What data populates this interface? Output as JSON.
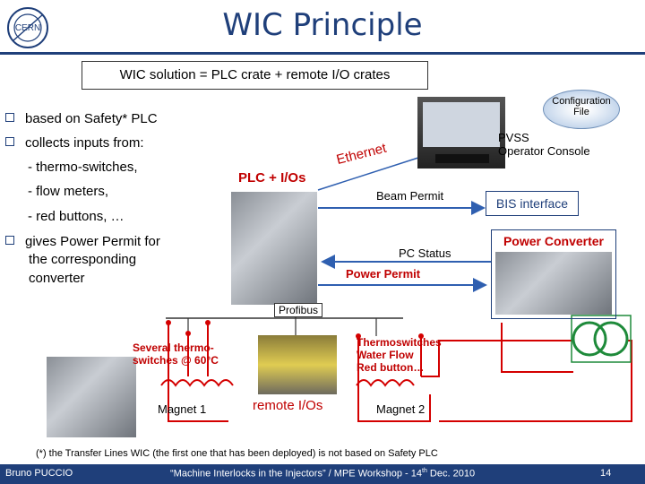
{
  "slide": {
    "title": "WIC Principle",
    "logo_text": "CERN",
    "solution": "WIC solution = PLC crate + remote I/O crates"
  },
  "bullets": {
    "b1": "based on Safety* PLC",
    "b2": "collects inputs from:",
    "b2_items": [
      "- thermo-switches,",
      "- flow meters,",
      "- red buttons, …"
    ],
    "b3_lines": [
      "gives Power Permit for",
      "the corresponding",
      "converter"
    ]
  },
  "diagram": {
    "plc_label": "PLC + I/Os",
    "ethernet_label": "Ethernet",
    "config_label_lines": [
      "Configuration",
      "File"
    ],
    "pvss_label_lines": [
      "PVSS",
      "Operator Console"
    ],
    "beam_permit": "Beam Permit",
    "bis_interface": "BIS interface",
    "pc_status": "PC Status",
    "power_converter": "Power Converter",
    "power_permit": "Power Permit",
    "profibus": "Profibus",
    "several_thermo_lines": [
      "Several thermo-",
      "switches @ 60°C"
    ],
    "magnet1": "Magnet 1",
    "remote_ios": "remote I/Os",
    "thermo2_lines": [
      "Thermoswitches",
      "Water Flow",
      "Red button…"
    ],
    "magnet2": "Magnet 2",
    "note": "(*) the Transfer Lines WIC (the first one that has been deployed) is not based on Safety PLC"
  },
  "footer": {
    "author": "Bruno PUCCIO",
    "talk": "“Machine Interlocks in the Injectors” / MPE Workshop - 14",
    "talk_sup": "th",
    "talk_end": " Dec. 2010",
    "page": "14"
  },
  "colors": {
    "accent": "#1f3f7a",
    "red": "#d40000",
    "blue_arrow": "#2f5fb0",
    "label_red": "#c00000"
  }
}
